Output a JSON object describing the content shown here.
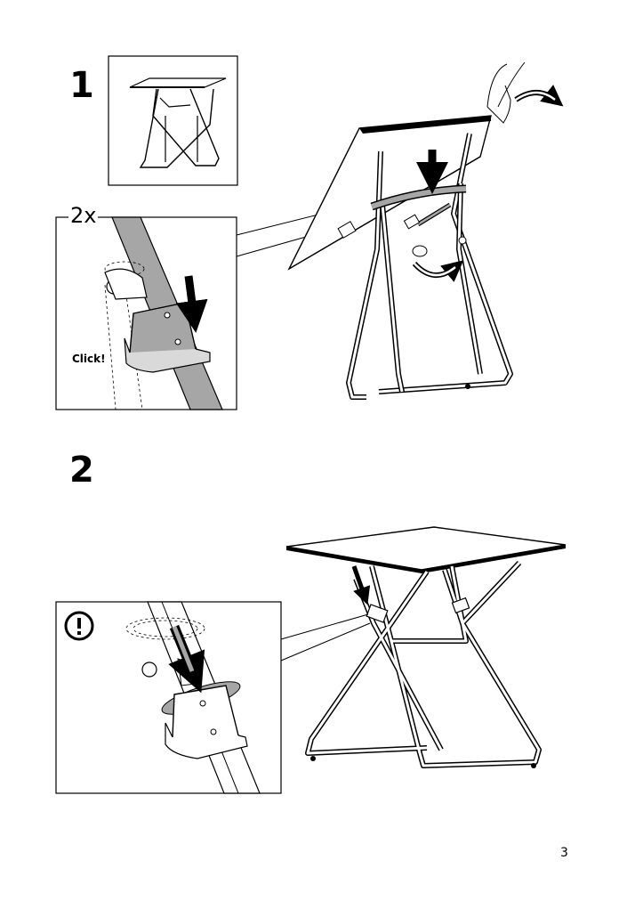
{
  "page_number": "3",
  "steps": [
    {
      "number": "1",
      "detail_count": "2x",
      "detail_label": "Click!"
    },
    {
      "number": "2",
      "warning_icon": "exclamation-circle-icon"
    }
  ],
  "colors": {
    "ink": "#000000",
    "shade": "#a6a6a6",
    "light": "#d9d9d9"
  }
}
